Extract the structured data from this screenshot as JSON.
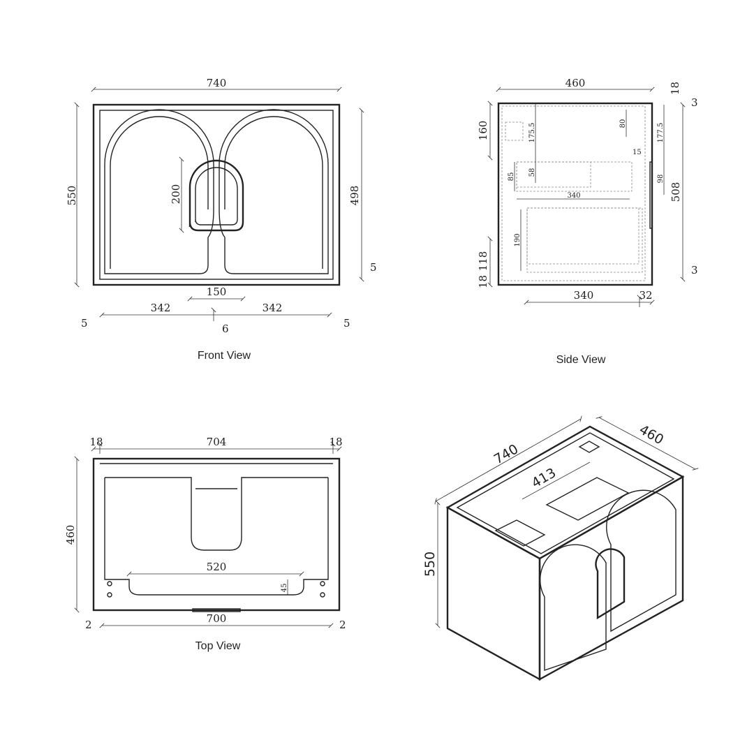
{
  "front_view": {
    "title": "Front View",
    "dims": {
      "width": "740",
      "height": "550",
      "inner_height": "498",
      "handle_height": "200",
      "handle_width": "150",
      "left_door": "342",
      "right_door": "342",
      "left_gap": "5",
      "right_gap": "5",
      "center_gap": "6",
      "bottom_gap": "5"
    }
  },
  "side_view": {
    "title": "Side View",
    "dims": {
      "depth": "460",
      "top_thk": "18",
      "top_gap": "3",
      "upper_zone": "160",
      "drawer_offset": "175.5",
      "bracket": "80",
      "right_offset": "177.5",
      "inset": "15",
      "drawer_h": "85",
      "drawer_inner": "58",
      "handle": "98",
      "height": "508",
      "drawer_depth": "340",
      "lower_drawer": "190",
      "lower_zone": "118",
      "bottom_thk": "18",
      "bottom_gap": "3",
      "base_depth": "340",
      "front_thk": "32"
    }
  },
  "top_view": {
    "title": "Top View",
    "dims": {
      "left_side": "18",
      "inner_width": "704",
      "right_side": "18",
      "depth": "460",
      "cutout_width": "520",
      "cutout_depth": "45",
      "base_width": "700",
      "left_gap": "2",
      "right_gap": "2"
    }
  },
  "iso_view": {
    "dims": {
      "width": "740",
      "depth": "460",
      "height": "550",
      "inner": "413"
    }
  }
}
